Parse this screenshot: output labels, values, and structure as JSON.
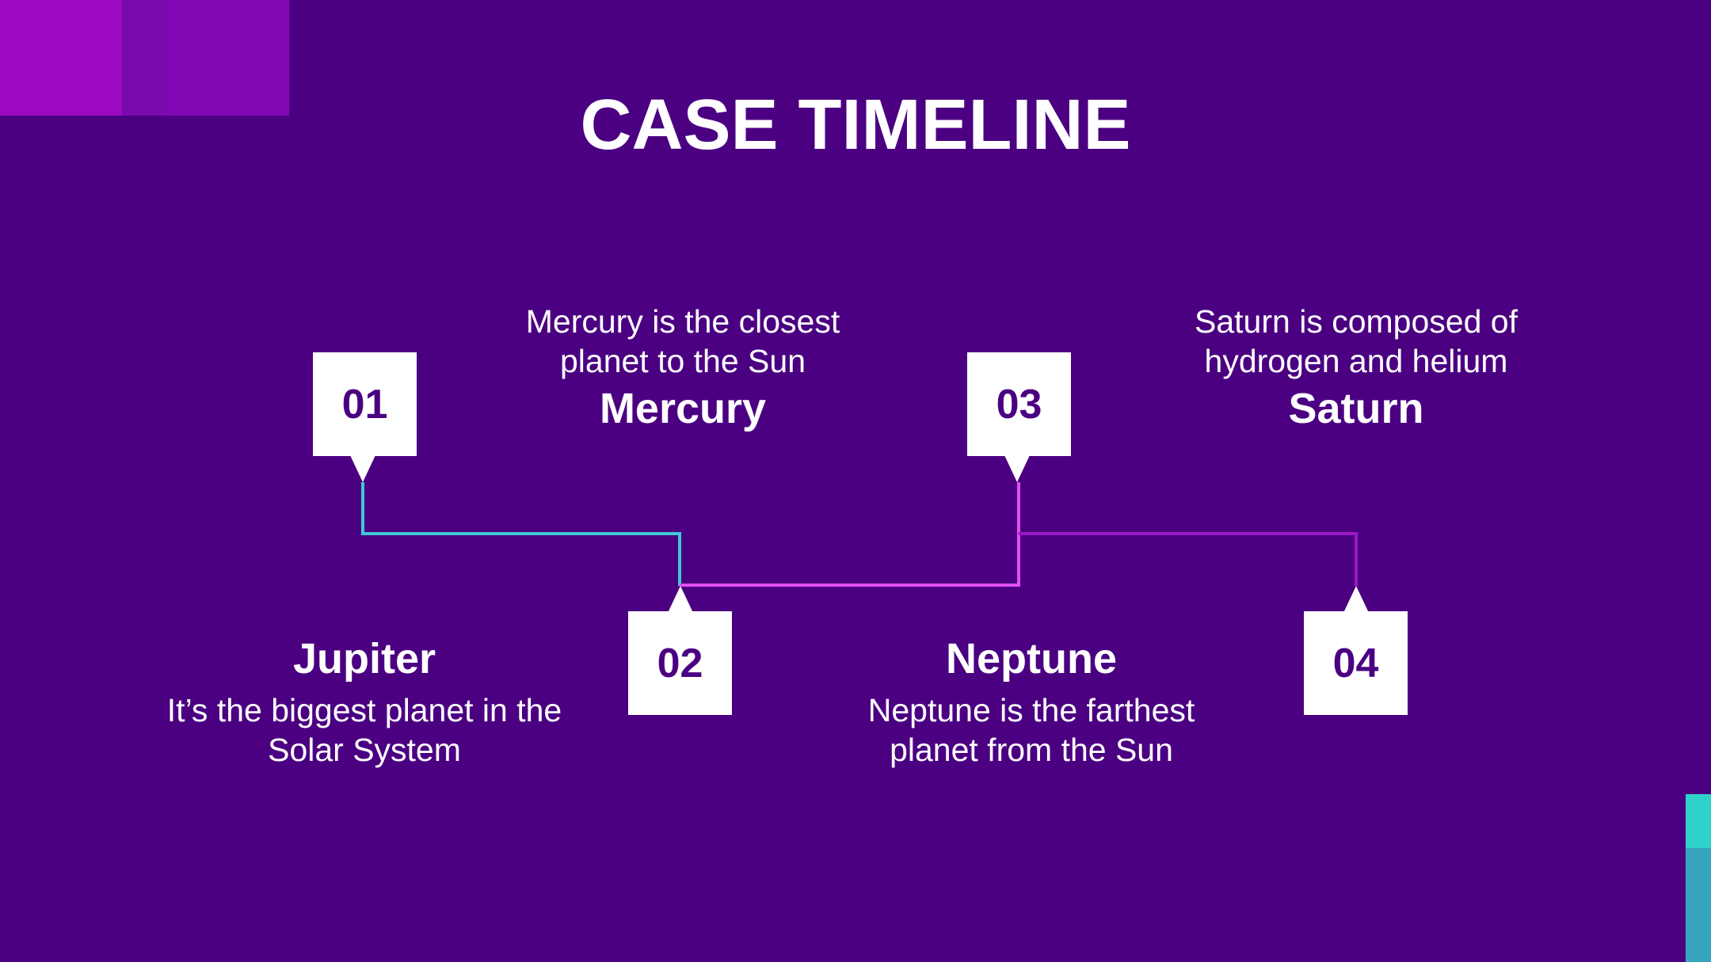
{
  "title": "CASE TIMELINE",
  "colors": {
    "background": "#4b0082",
    "box": "#ffffff",
    "box_text": "#4b0082",
    "line_1": "#3fc8d8",
    "line_2": "#e04ef2",
    "line_3": "#9a19c4"
  },
  "milestones": [
    {
      "number": "01",
      "name": "Jupiter",
      "description": "It’s the biggest planet in the Solar System"
    },
    {
      "number": "02",
      "name": "Mercury",
      "description": "Mercury is the closest planet to the Sun"
    },
    {
      "number": "03",
      "name": "Neptune",
      "description": "Neptune is the farthest planet from the Sun"
    },
    {
      "number": "04",
      "name": "Saturn",
      "description": "Saturn is composed of hydrogen and helium"
    }
  ]
}
